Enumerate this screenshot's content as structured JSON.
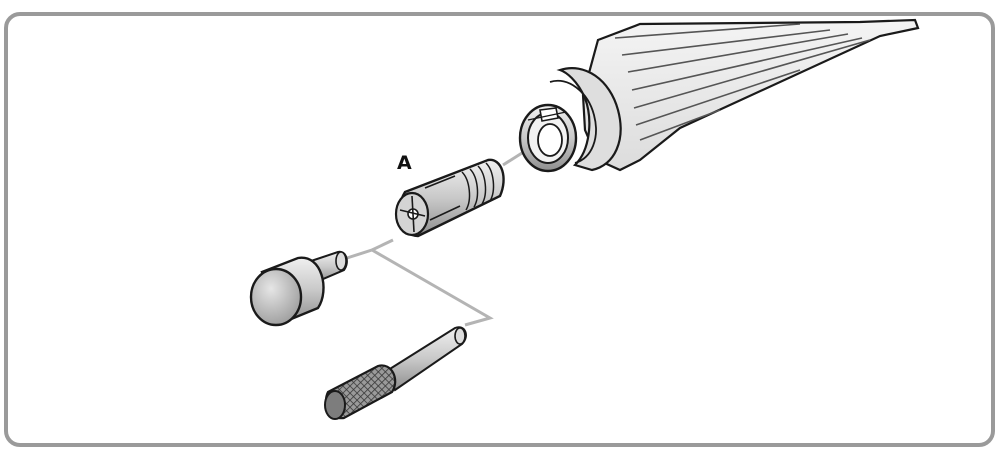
{
  "labels": {
    "part_a": "A"
  },
  "colors": {
    "frame": "#9a9a9a",
    "outline": "#1a1a1a",
    "leader": "#b4b4b4",
    "metal_light": "#d9d9d9",
    "metal_mid": "#bcbcbc",
    "metal_dark": "#8e8e8e"
  },
  "parts": [
    "tool-housing",
    "collet-nut",
    "collet-a",
    "cap-pin",
    "knurled-bit"
  ]
}
